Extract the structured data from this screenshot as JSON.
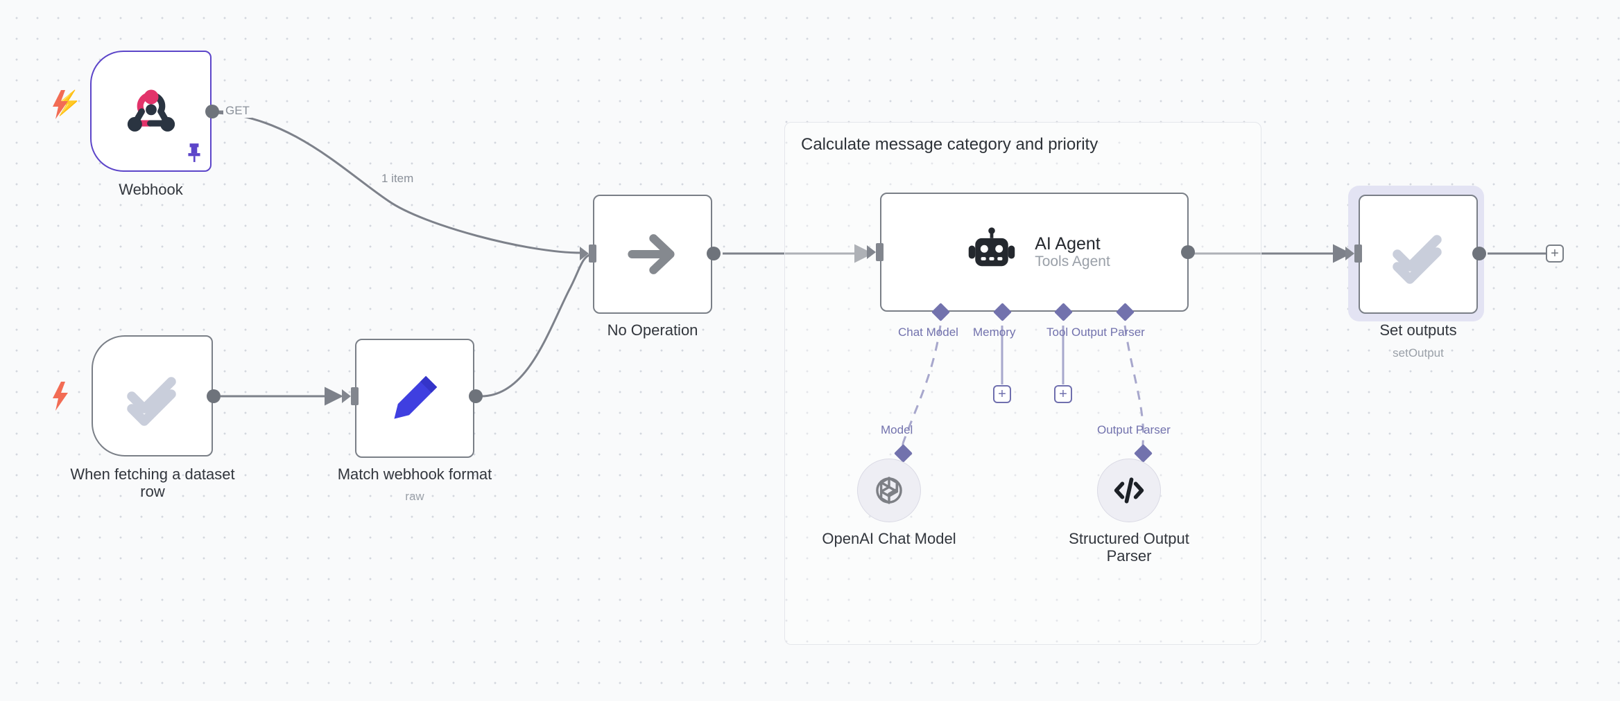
{
  "canvas": {
    "background": "#f9fafb",
    "dot_color": "#d3d7de"
  },
  "group": {
    "title": "Calculate message category and priority"
  },
  "nodes": [
    {
      "id": "webhook",
      "label": "Webhook",
      "subtitle": "",
      "icon": "webhook-icon",
      "kind": "trigger",
      "accent": "#5c45c9",
      "pinned": true,
      "output_label": "GET"
    },
    {
      "id": "when-fetching-dataset-row",
      "label": "When fetching a dataset\nrow",
      "subtitle": "",
      "icon": "double-check-icon",
      "kind": "trigger",
      "accent": "#7a7f87",
      "pinned": false,
      "output_label": ""
    },
    {
      "id": "match-webhook-format",
      "label": "Match webhook format",
      "subtitle": "raw",
      "icon": "pencil-icon",
      "kind": "action",
      "accent": "#7a7f87",
      "pinned": false,
      "output_label": ""
    },
    {
      "id": "no-operation",
      "label": "No Operation",
      "subtitle": "",
      "icon": "arrow-right-icon",
      "kind": "action",
      "accent": "#7a7f87",
      "pinned": false,
      "output_label": ""
    },
    {
      "id": "ai-agent",
      "label": "AI Agent",
      "subtitle": "Tools Agent",
      "icon": "robot-icon",
      "kind": "agent",
      "accent": "#7a7f87",
      "pinned": false,
      "output_label": ""
    },
    {
      "id": "set-outputs",
      "label": "Set outputs",
      "subtitle": "setOutput",
      "icon": "double-check-icon",
      "kind": "action",
      "accent": "#7a7f87",
      "pinned": false,
      "selected": true,
      "output_label": ""
    }
  ],
  "ai_ports": [
    {
      "id": "chat-model",
      "label": "Chat Model",
      "connected": true,
      "target": "openai-chat-model"
    },
    {
      "id": "memory",
      "label": "Memory",
      "connected": false,
      "target": ""
    },
    {
      "id": "tool",
      "label": "Tool",
      "connected": false,
      "target": ""
    },
    {
      "id": "output-parser",
      "label": "Output Parser",
      "connected": true,
      "target": "structured-output-parser"
    }
  ],
  "subnodes": [
    {
      "id": "openai-chat-model",
      "label": "OpenAI Chat Model",
      "port_label": "Model",
      "icon": "openai-icon"
    },
    {
      "id": "structured-output-parser",
      "label": "Structured Output\nParser",
      "port_label": "Output Parser",
      "icon": "code-brackets-icon"
    }
  ],
  "edges": [
    {
      "id": "webhook-to-noop",
      "label": "1 item"
    },
    {
      "id": "trigger-to-match",
      "label": ""
    },
    {
      "id": "match-to-noop",
      "label": ""
    },
    {
      "id": "noop-to-agent",
      "label": ""
    },
    {
      "id": "agent-to-setoutputs",
      "label": ""
    },
    {
      "id": "setoutputs-to-add",
      "label": ""
    }
  ],
  "buttons": {
    "add_node_plus": "+",
    "memory_plus": "+",
    "tool_plus": "+",
    "trailing_plus": "+"
  },
  "colors": {
    "accent_purple": "#5c45c9",
    "ai_purple": "#7272ad",
    "trigger_orange": "#f26c54",
    "node_border": "#7a7f87",
    "edge": "#7d818a",
    "webhook_pink": "#e2336a",
    "webhook_dark": "#2a3441"
  }
}
